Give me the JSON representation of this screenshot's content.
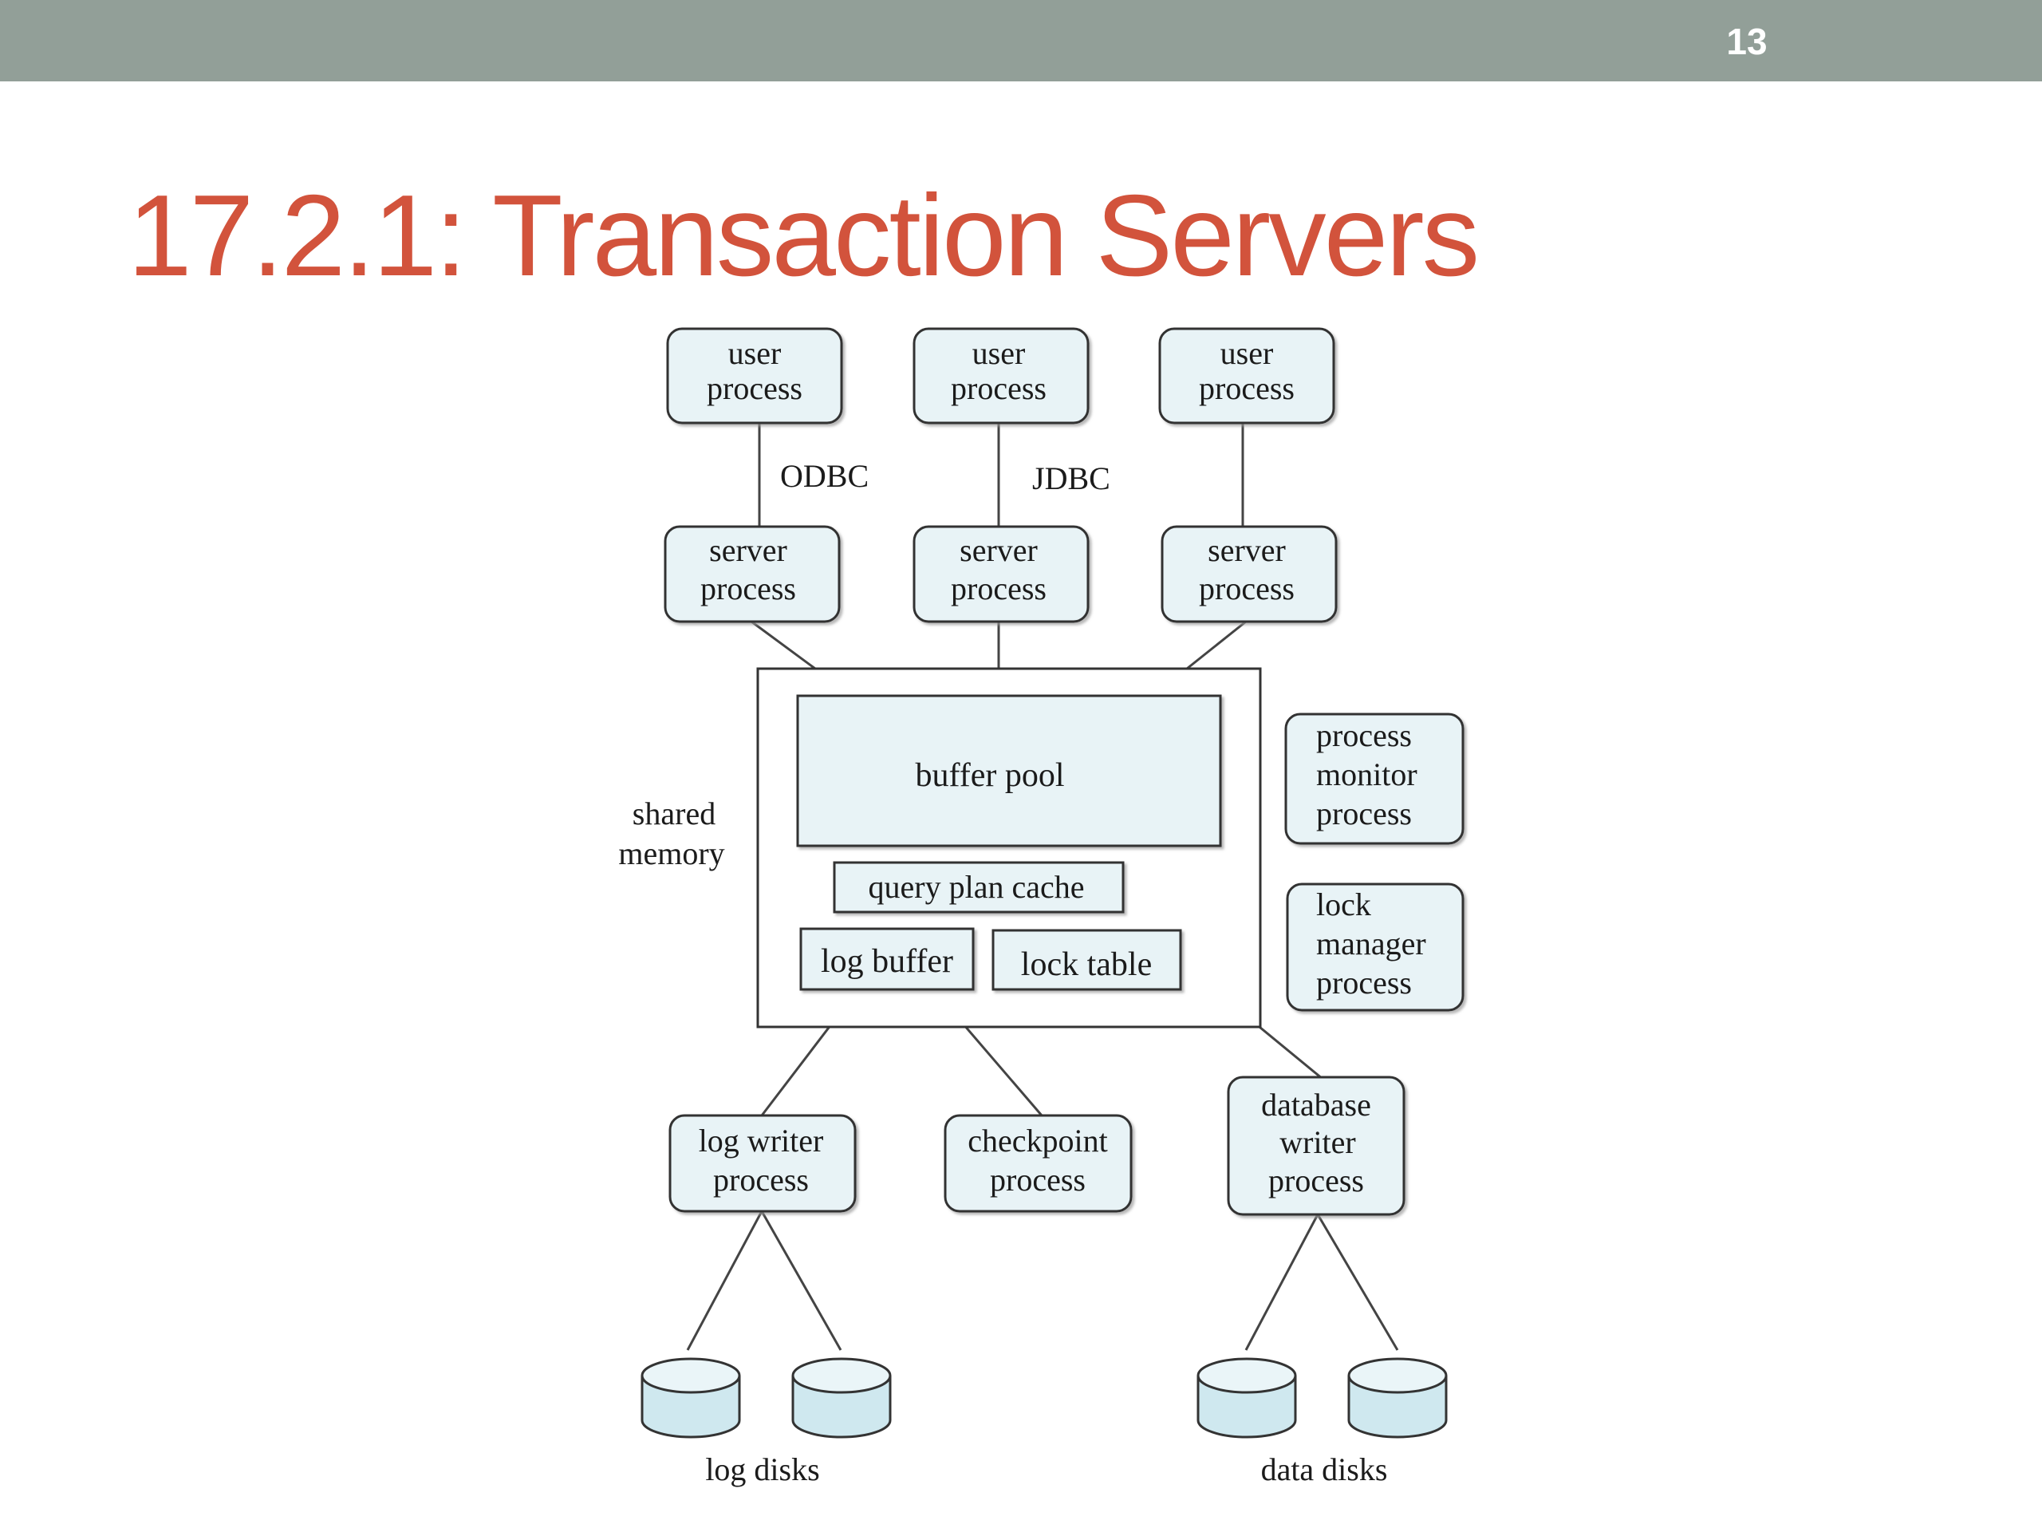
{
  "header": {
    "slide_number": "13"
  },
  "title": "17.2.1: Transaction Servers",
  "colors": {
    "bar": "#929f98",
    "title": "#d2533c",
    "box_fill": "#e8f3f6"
  },
  "diagram": {
    "user_processes": [
      {
        "line1": "user",
        "line2": "process"
      },
      {
        "line1": "user",
        "line2": "process"
      },
      {
        "line1": "user",
        "line2": "process"
      }
    ],
    "connectors": {
      "odbc": "ODBC",
      "jdbc": "JDBC"
    },
    "server_processes": [
      {
        "line1": "server",
        "line2": "process"
      },
      {
        "line1": "server",
        "line2": "process"
      },
      {
        "line1": "server",
        "line2": "process"
      }
    ],
    "shared_memory": {
      "line1": "shared",
      "line2": "memory"
    },
    "buffer_pool": "buffer pool",
    "query_plan_cache": "query plan cache",
    "log_buffer": "log buffer",
    "lock_table": "lock table",
    "process_monitor": {
      "line1": "process",
      "line2": "monitor",
      "line3": "process"
    },
    "lock_manager": {
      "line1": "lock",
      "line2": "manager",
      "line3": "process"
    },
    "log_writer": {
      "line1": "log writer",
      "line2": "process"
    },
    "checkpoint": {
      "line1": "checkpoint",
      "line2": "process"
    },
    "database_writer": {
      "line1": "database",
      "line2": "writer",
      "line3": "process"
    },
    "log_disks_label": "log disks",
    "data_disks_label": "data disks"
  }
}
